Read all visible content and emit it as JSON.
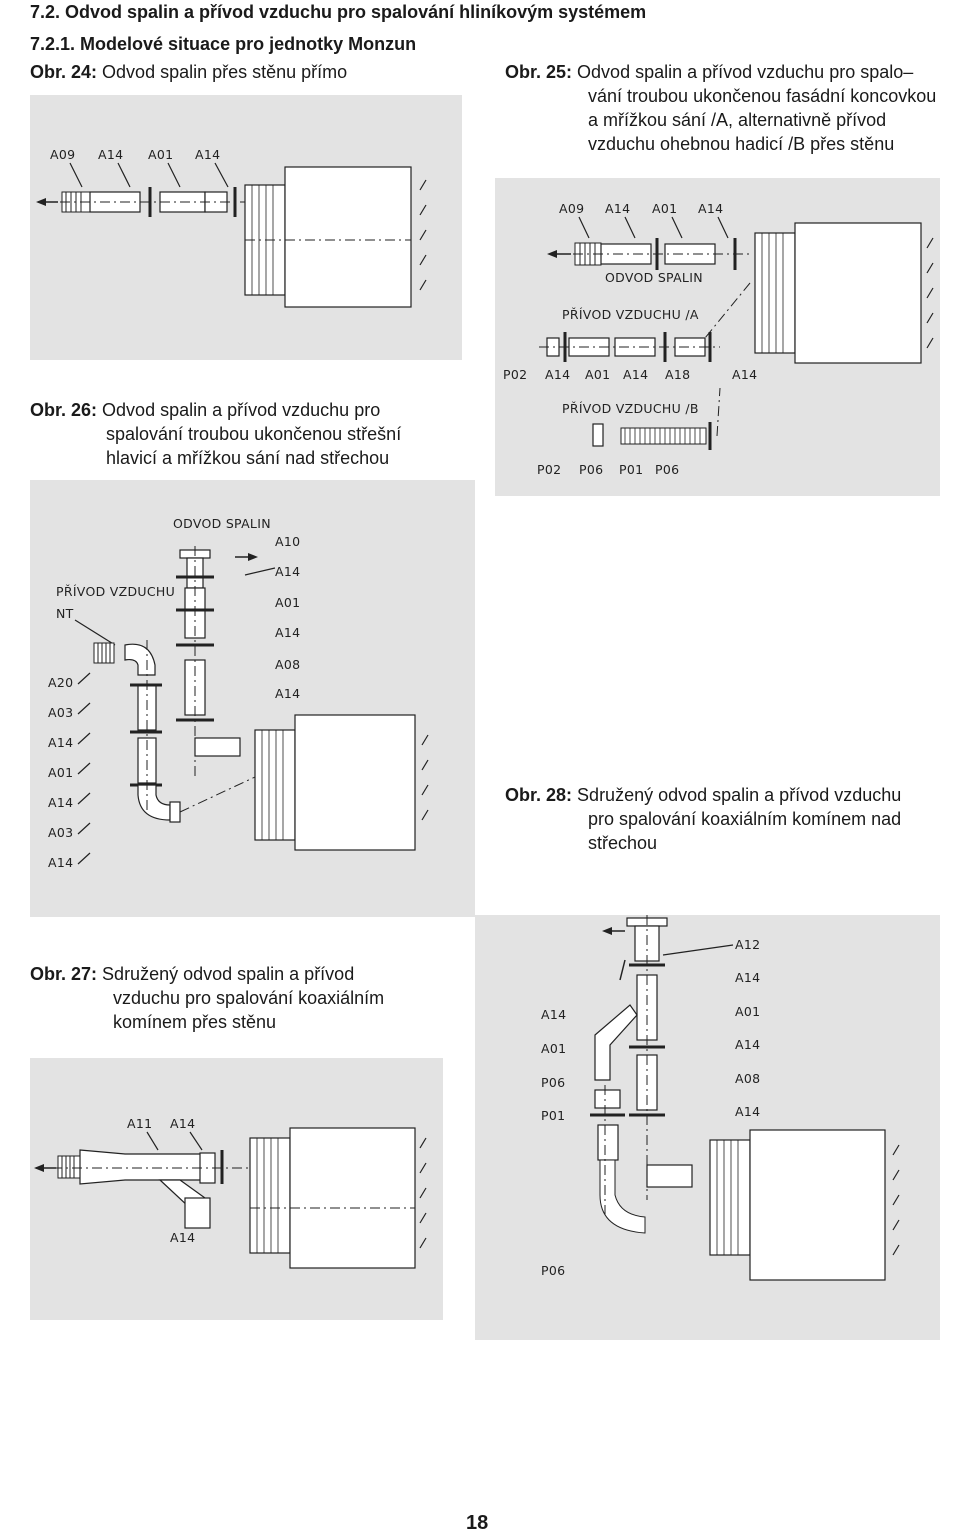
{
  "headings": {
    "h1": "7.2. Odvod spalin a přívod vzduchu pro spalování hliníkovým systémem",
    "h2": "7.2.1. Modelové situace pro jednotky Monzun"
  },
  "figures": {
    "fig24": {
      "num": "Obr. 24:",
      "lines": [
        "Odvod spalin přes stěnu přímo"
      ],
      "labels": [
        "A09",
        "A14",
        "A01",
        "A14"
      ]
    },
    "fig25": {
      "num": "Obr. 25:",
      "lines": [
        "Odvod spalin a přívod vzduchu pro spalo–",
        "vání troubou ukončenou fasádní koncovkou",
        "a mřížkou sání /A, alternativně přívod",
        "vzduchu ohebnou hadicí /B přes stěnu"
      ],
      "labels_top": [
        "A09",
        "A14",
        "A01",
        "A14"
      ],
      "odvod": "ODVOD  SPALIN",
      "privod_a": "PŘÍVOD  VZDUCHU  /A",
      "labels_a": [
        "P02",
        "A14",
        "A01",
        "A14",
        "A18",
        "A14"
      ],
      "privod_b": "PŘÍVOD  VZDUCHU  /B",
      "labels_b": [
        "P02",
        "P06",
        "P01",
        "P06"
      ]
    },
    "fig26": {
      "num": "Obr. 26:",
      "lines": [
        "Odvod spalin a přívod vzduchu pro",
        "spalování troubou ukončenou střešní",
        "hlavicí a mřížkou sání nad střechou"
      ],
      "odvod": "ODVOD  SPALIN",
      "privod": "PŘÍVOD  VZDUCHU",
      "nt": "NT",
      "right_labels": [
        "A10",
        "A14",
        "A01",
        "A14",
        "A08",
        "A14"
      ],
      "left_labels": [
        "A20",
        "A03",
        "A14",
        "A01",
        "A14",
        "A03",
        "A14"
      ]
    },
    "fig27": {
      "num": "Obr. 27:",
      "lines": [
        "Sdružený odvod spalin a přívod",
        "vzduchu pro spalování koaxiálním",
        "komínem přes stěnu"
      ],
      "labels": [
        "A11",
        "A14",
        "A14"
      ]
    },
    "fig28": {
      "num": "Obr. 28:",
      "lines": [
        "Sdružený odvod spalin a přívod vzduchu",
        "pro spalování koaxiálním komínem nad",
        "střechou"
      ],
      "right_labels": [
        "A12",
        "A14",
        "A01",
        "A14",
        "A08",
        "A14"
      ],
      "left_labels": [
        "A14",
        "A01",
        "P06",
        "P01",
        "P06"
      ]
    }
  },
  "page_number": "18"
}
